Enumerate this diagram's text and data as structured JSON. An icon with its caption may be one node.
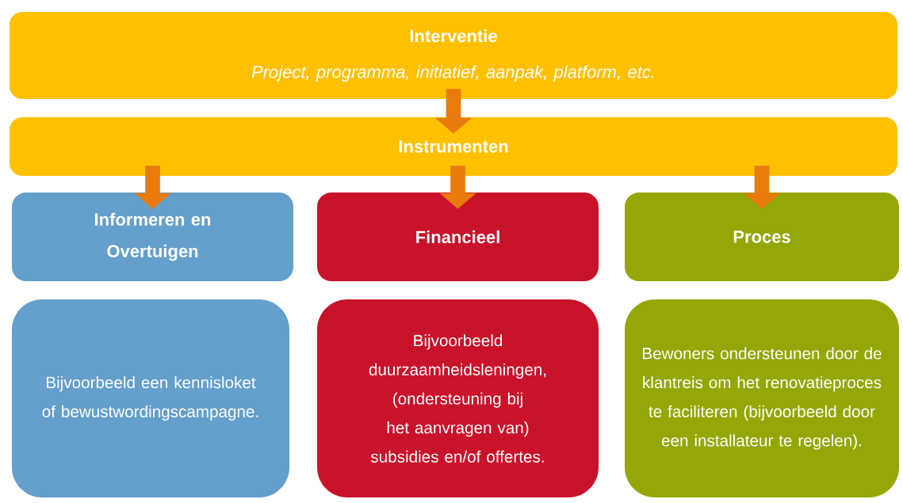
{
  "diagram": {
    "nodes": [
      {
        "text": [
          "Interventie",
          "Project, programma, initiatief, aanpak, platform, etc."
        ]
      },
      {
        "text": [
          "Instrumenten"
        ]
      },
      {
        "text": [
          "Informeren en Overtuigen"
        ]
      },
      {
        "text": [
          "Financieel"
        ]
      },
      {
        "text": [
          "Proces"
        ]
      },
      {
        "text": [
          "Bijvoorbeeld een kennisloket of bewustwordingscampagne."
        ]
      },
      {
        "text": [
          "Bijvoorbeeld duurzaamheidsleningen, (ondersteuning bij het aanvragen van) subsidies en/of offertes."
        ]
      },
      {
        "text": [
          "Bewoners ondersteunen door de klantreis om het renovatieproces te faciliteren (bijvoorbeeld door een installateur te regelen)."
        ]
      }
    ],
    "edges": [
      {
        "from": 0,
        "to": 1,
        "arrow": "to"
      },
      {
        "from": 1,
        "to": 2,
        "arrow": "to"
      },
      {
        "from": 1,
        "to": 3,
        "arrow": "to"
      },
      {
        "from": 1,
        "to": 4,
        "arrow": "to"
      }
    ]
  }
}
